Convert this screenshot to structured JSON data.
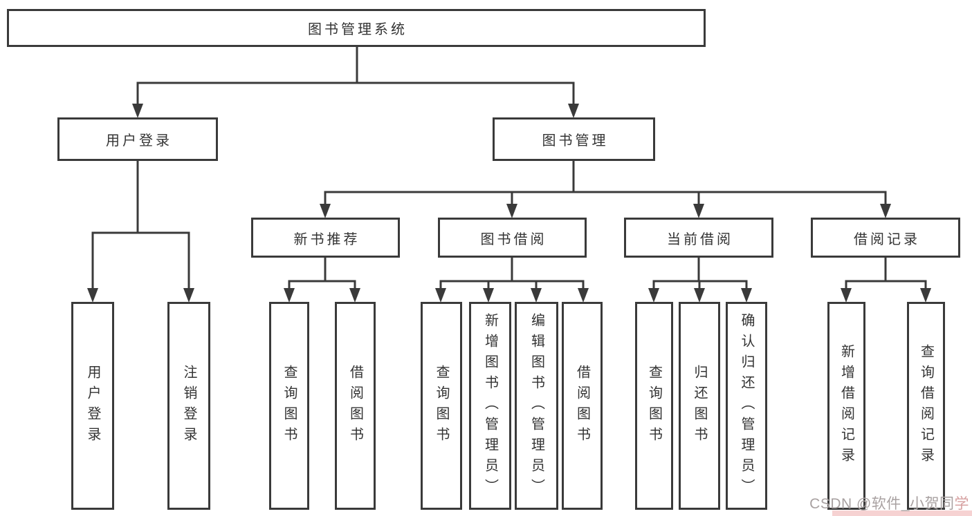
{
  "tree": {
    "label": "图书管理系统",
    "children": [
      {
        "label": "用户登录",
        "children": [
          {
            "label": "用户登录"
          },
          {
            "label": "注销登录"
          }
        ]
      },
      {
        "label": "图书管理",
        "children": [
          {
            "label": "新书推荐",
            "children": [
              {
                "label": "查询图书"
              },
              {
                "label": "借阅图书"
              }
            ]
          },
          {
            "label": "图书借阅",
            "children": [
              {
                "label": "查询图书"
              },
              {
                "label": "新增图书（管理员）"
              },
              {
                "label": "编辑图书（管理员）"
              },
              {
                "label": "借阅图书"
              }
            ]
          },
          {
            "label": "当前借阅",
            "children": [
              {
                "label": "查询图书"
              },
              {
                "label": "归还图书"
              },
              {
                "label": "确认归还（管理员）"
              }
            ]
          },
          {
            "label": "借阅记录",
            "children": [
              {
                "label": "新增借阅记录"
              },
              {
                "label": "查询借阅记录"
              }
            ]
          }
        ]
      }
    ]
  },
  "watermark": {
    "prefix": "CSDN @软件_小贺同",
    "suffix": "学"
  },
  "colors": {
    "line": "#3a3a3a",
    "text": "#333333",
    "watermark": "#a8a1a1",
    "watermark_accent": "#d6a0a0",
    "strip": "#f5caca"
  }
}
